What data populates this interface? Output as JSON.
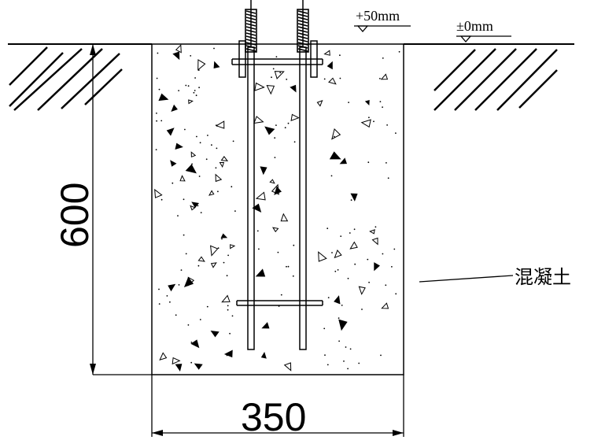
{
  "labels": {
    "elev_top": "+50mm",
    "elev_ground": "±0mm",
    "material": "混凝土",
    "dim_depth": "600",
    "dim_width": "350"
  },
  "colors": {
    "line": "#000000",
    "background": "#ffffff"
  }
}
